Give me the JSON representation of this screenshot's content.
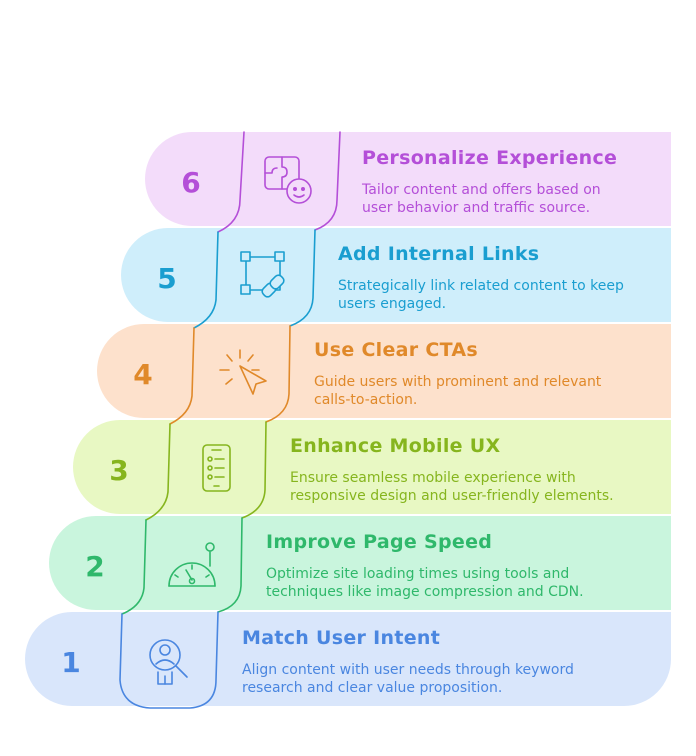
{
  "steps": [
    {
      "number": "6",
      "title": "Personalize Experience",
      "desc_line1": "Tailor content and offers based on",
      "desc_line2": "user behavior and traffic source.",
      "icon": "puzzle-face-icon",
      "color": "#b44fd8",
      "bg": "#f3dcfa"
    },
    {
      "number": "5",
      "title": "Add Internal Links",
      "desc_line1": "Strategically link related content to keep",
      "desc_line2": "users engaged.",
      "icon": "link-square-icon",
      "color": "#1a9ed0",
      "bg": "#cfeefb"
    },
    {
      "number": "4",
      "title": "Use Clear CTAs",
      "desc_line1": "Guide users with prominent and relevant",
      "desc_line2": "calls-to-action.",
      "icon": "cursor-click-icon",
      "color": "#e0892a",
      "bg": "#fde1cc"
    },
    {
      "number": "3",
      "title": "Enhance Mobile UX",
      "desc_line1": "Ensure seamless mobile experience with",
      "desc_line2": "responsive design and user-friendly elements.",
      "icon": "mobile-list-icon",
      "color": "#86b51e",
      "bg": "#e8f8c3"
    },
    {
      "number": "2",
      "title": "Improve Page Speed",
      "desc_line1": "Optimize site loading times using tools and",
      "desc_line2": "techniques like image compression and CDN.",
      "icon": "speedometer-icon",
      "color": "#2fb86b",
      "bg": "#c9f5dd"
    },
    {
      "number": "1",
      "title": "Match User Intent",
      "desc_line1": "Align content with user needs through keyword",
      "desc_line2": "research and clear value proposition.",
      "icon": "user-search-icon",
      "color": "#4a86e0",
      "bg": "#d9e6fb"
    }
  ]
}
